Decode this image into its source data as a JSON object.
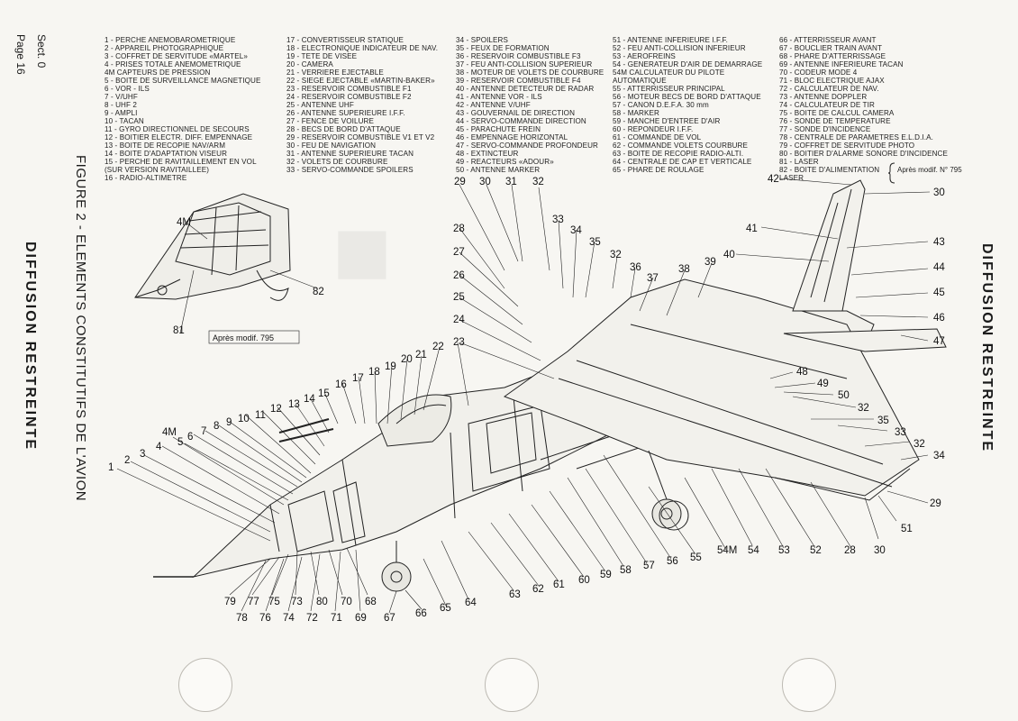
{
  "header": {
    "sect": "Sect. 0",
    "page": "Page 16",
    "figure_title": "FIGURE 2 - ELEMENTS CONSTITUTIFS DE L'AVION",
    "classification": "DIFFUSION RESTREINTE"
  },
  "legend": {
    "col1": [
      "1 - PERCHE ANEMOBAROMETRIQUE",
      "2 - APPAREIL PHOTOGRAPHIQUE",
      "3 - COFFRET DE SERVITUDE «MARTEL»",
      "4 - PRISES TOTALE ANEMOMETRIQUE",
      "4M  CAPTEURS DE PRESSION",
      "5 - BOITE DE SURVEILLANCE MAGNETIQUE",
      "6 - VOR - ILS",
      "7 - V/UHF",
      "8 - UHF 2",
      "9 - AMPLI",
      "10 - TACAN",
      "11 - GYRO DIRECTIONNEL DE SECOURS",
      "12 - BOITIER ELECTR. DIFF. EMPENNAGE",
      "13 - BOITE DE RECOPIE NAV/ARM",
      "14 - BOITE D'ADAPTATION VISEUR",
      "15 - PERCHE DE RAVITAILLEMENT EN VOL",
      "      (SUR VERSION RAVITAILLEE)",
      "16 - RADIO-ALTIMETRE"
    ],
    "col2": [
      "17 - CONVERTISSEUR STATIQUE",
      "18 - ELECTRONIQUE INDICATEUR DE NAV.",
      "19 - TETE DE VISEE",
      "20 - CAMERA",
      "21 - VERRIERE EJECTABLE",
      "22 - SIEGE EJECTABLE «MARTIN-BAKER»",
      "23 - RESERVOIR COMBUSTIBLE F1",
      "24 - RESERVOIR COMBUSTIBLE F2",
      "25 - ANTENNE UHF",
      "26 - ANTENNE SUPERIEURE I.F.F.",
      "27 - FENCE DE VOILURE",
      "28 - BECS DE BORD D'ATTAQUE",
      "29 - RESERVOIR COMBUSTIBLE V1 ET V2",
      "30 - FEU DE NAVIGATION",
      "31 - ANTENNE SUPERIEURE TACAN",
      "32 - VOLETS DE COURBURE",
      "33 - SERVO-COMMANDE SPOILERS"
    ],
    "col3": [
      "34 - SPOILERS",
      "35 - FEUX DE FORMATION",
      "36 - RESERVOIR COMBUSTIBLE F3",
      "37 - FEU ANTI-COLLISION SUPERIEUR",
      "38 - MOTEUR DE VOLETS DE COURBURE",
      "39 - RESERVOIR COMBUSTIBLE F4",
      "40 - ANTENNE DETECTEUR DE RADAR",
      "41 - ANTENNE VOR - ILS",
      "42 - ANTENNE V/UHF",
      "43 - GOUVERNAIL DE DIRECTION",
      "44 - SERVO-COMMANDE DIRECTION",
      "45 - PARACHUTE FREIN",
      "46 - EMPENNAGE HORIZONTAL",
      "47 - SERVO-COMMANDE PROFONDEUR",
      "48 - EXTINCTEUR",
      "49 - REACTEURS «ADOUR»",
      "50 - ANTENNE MARKER"
    ],
    "col4": [
      "51 - ANTENNE INFERIEURE I.F.F.",
      "52 - FEU ANTI-COLLISION INFERIEUR",
      "53 - AEROFREINS",
      "54 - GENERATEUR D'AIR DE DEMARRAGE",
      "54M  CALCULATEUR DU PILOTE",
      "        AUTOMATIQUE",
      "55 - ATTERRISSEUR PRINCIPAL",
      "56 - MOTEUR BECS DE BORD D'ATTAQUE",
      "57 - CANON D.E.F.A. 30 mm",
      "58 - MARKER",
      "59 - MANCHE D'ENTREE D'AIR",
      "60 - REPONDEUR I.F.F.",
      "61 - COMMANDE DE VOL",
      "62 - COMMANDE VOLETS COURBURE",
      "63 - BOITE DE RECOPIE RADIO-ALTI.",
      "64 - CENTRALE DE CAP ET VERTICALE",
      "65 - PHARE DE ROULAGE"
    ],
    "col5": [
      "66 - ATTERRISSEUR AVANT",
      "67 - BOUCLIER TRAIN AVANT",
      "68 - PHARE D'ATTERRISSAGE",
      "69 - ANTENNE INFERIEURE TACAN",
      "70 - CODEUR MODE 4",
      "71 - BLOC ELECTRIQUE AJAX",
      "72 - CALCULATEUR DE NAV.",
      "73 - ANTENNE DOPPLER",
      "74 - CALCULATEUR DE TIR",
      "75 - BOITE DE CALCUL CAMERA",
      "76 - SONDE DE TEMPERATURE",
      "77 - SONDE D'INCIDENCE",
      "78 - CENTRALE DE PARAMETRES E.L.D.I.A.",
      "79 - COFFRET DE SERVITUDE PHOTO",
      "80 - BOITIER D'ALARME SONORE D'INCIDENCE",
      "81 - LASER",
      "82 - BOITE D'ALIMENTATION",
      "      LASER"
    ],
    "modif_note": "Après modif. N° 795"
  },
  "inset": {
    "caption": "Après modif. 795",
    "labels": [
      "4M",
      "81",
      "82"
    ]
  },
  "callouts": {
    "top": [
      "29",
      "30",
      "31",
      "32",
      "33",
      "34",
      "35",
      "28",
      "27",
      "26",
      "25",
      "24",
      "23",
      "36",
      "37",
      "38",
      "39",
      "32"
    ],
    "forward": [
      "1",
      "2",
      "3",
      "4",
      "4M",
      "5",
      "6",
      "7",
      "8",
      "9",
      "10",
      "11",
      "12",
      "13",
      "14",
      "15",
      "16",
      "17",
      "18",
      "19",
      "20",
      "21",
      "22"
    ],
    "tail": [
      "42",
      "41",
      "40",
      "30",
      "43",
      "44",
      "45",
      "46",
      "47",
      "48",
      "49",
      "50",
      "32",
      "35",
      "33",
      "32",
      "34",
      "29",
      "51",
      "30"
    ],
    "bottom": [
      "79",
      "77",
      "75",
      "73",
      "80",
      "70",
      "68",
      "78",
      "76",
      "74",
      "72",
      "71",
      "69",
      "67",
      "66",
      "65",
      "64",
      "63",
      "62",
      "61",
      "60",
      "59",
      "58",
      "57",
      "56",
      "55",
      "54M",
      "54",
      "53",
      "52",
      "28"
    ]
  }
}
